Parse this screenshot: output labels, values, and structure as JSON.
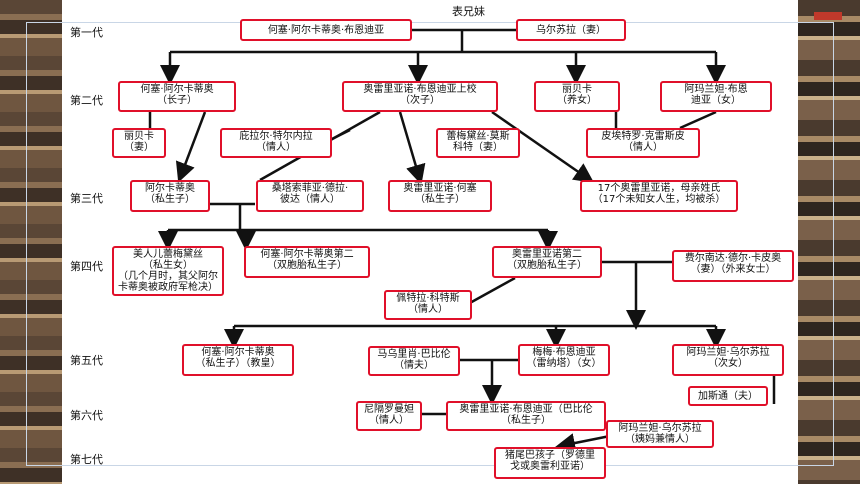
{
  "title": "表兄妹",
  "generations": [
    "第一代",
    "第二代",
    "第三代",
    "第四代",
    "第五代",
    "第六代",
    "第七代"
  ],
  "nodes": {
    "g1_jose": {
      "line1": "何塞·阿尔卡蒂奥·布恩迪亚",
      "line2": ""
    },
    "g1_ursula": {
      "line1": "乌尔苏拉（妻）",
      "line2": ""
    },
    "g2_jose": {
      "line1": "何塞·阿尔卡蒂奥",
      "line2": "（长子）"
    },
    "g2_aureliano": {
      "line1": "奥雷里亚诺·布恩迪亚上校",
      "line2": "（次子）"
    },
    "g2_rebeca": {
      "line1": "丽贝卡",
      "line2": "（养女）"
    },
    "g2_amaranta": {
      "line1": "阿玛兰妲·布恩",
      "line2": "迪亚（女）"
    },
    "g2_rebeca2": {
      "line1": "丽贝卡",
      "line2": "（妻）"
    },
    "g2_pilar": {
      "line1": "庇拉尔·特尔内拉",
      "line2": "（情人）"
    },
    "g2_remedios": {
      "line1": "蕾梅黛丝·莫斯",
      "line2": "科特（妻）"
    },
    "g2_pietro": {
      "line1": "皮埃特罗·克雷斯皮",
      "line2": "（情人）"
    },
    "g3_arcadio": {
      "line1": "阿尔卡蒂奥",
      "line2": "（私生子）"
    },
    "g3_santa": {
      "line1": "桑塔索菲亚·德拉·",
      "line2": "彼达（情人）"
    },
    "g3_aureliano": {
      "line1": "奥雷里亚诺·何塞",
      "line2": "（私生子）"
    },
    "g3_seventeen": {
      "line1": "17个奥雷里亚诺，母亲姓氏",
      "line2": "（17个未知女人生，均被杀）"
    },
    "g4_remedios": {
      "line1": "美人儿蕾梅黛丝",
      "line2": "（私生女）",
      "line3": "（几个月时，其父阿尔",
      "line4": "卡蒂奥被政府军枪决）"
    },
    "g4_jose2": {
      "line1": "何塞·阿尔卡蒂奥第二",
      "line2": "（双胞胎私生子）"
    },
    "g4_aureliano2": {
      "line1": "奥雷里亚诺第二",
      "line2": "（双胞胎私生子）"
    },
    "g4_fernanda": {
      "line1": "费尔南达·德尔·卡皮奥",
      "line2": "（妻）（外来女士）"
    },
    "g4_petra": {
      "line1": "佩特拉·科特斯",
      "line2": "（情人）"
    },
    "g5_jose": {
      "line1": "何塞·阿尔卡蒂奥",
      "line2": "（私生子）（教皇）"
    },
    "g5_mauricio": {
      "line1": "马乌里肖·巴比伦",
      "line2": "（情夫）"
    },
    "g5_meme": {
      "line1": "梅梅·布恩迪亚",
      "line2": "（雷纳塔）（女）"
    },
    "g5_amaranta": {
      "line1": "阿玛兰妲·乌尔苏拉",
      "line2": "（次女）"
    },
    "g5_gaston": {
      "line1": "加斯通（夫）",
      "line2": ""
    },
    "g6_nigromanta": {
      "line1": "尼隔罗曼妲",
      "line2": "（情人）"
    },
    "g6_aureliano": {
      "line1": "奥雷里亚诺·布恩迪亚（巴比伦",
      "line2": "（私生子）"
    },
    "g6_amaranta": {
      "line1": "阿玛兰妲·乌尔苏拉",
      "line2": "（姨妈兼情人）"
    },
    "g7_pig": {
      "line1": "猪尾巴孩子（罗德里",
      "line2": "戈或奥雷利亚诺）"
    }
  },
  "colors": {
    "box_border": "#e0102a",
    "line": "#111111",
    "slide_bg": "#ffffff"
  }
}
